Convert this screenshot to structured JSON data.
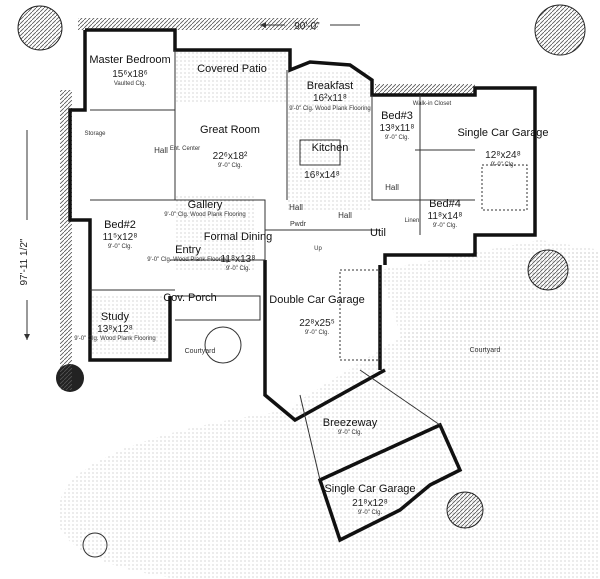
{
  "dimensions": {
    "width_label": "90'-0\"",
    "depth_label": "97'-11 1/2\""
  },
  "rooms": [
    {
      "name": "Master Bedroom",
      "size": "15⁶x18⁶",
      "note": "Vaulted Clg."
    },
    {
      "name": "Covered Patio",
      "size": "",
      "note": ""
    },
    {
      "name": "Breakfast",
      "size": "16²x11⁸",
      "note": "9'-0\" Clg. Wood Plank Flooring"
    },
    {
      "name": "Great Room",
      "size": "22⁶x18²",
      "note": "9'-0\" Clg."
    },
    {
      "name": "Kitchen",
      "size": "16⁸x14⁸",
      "note": "Wood Plank Flooring"
    },
    {
      "name": "Bed#3",
      "size": "13⁸x11⁸",
      "note": "9'-0\" Clg."
    },
    {
      "name": "Single Car Garage",
      "size": "12⁸x24⁸",
      "note": "9'-0\" Clg."
    },
    {
      "name": "Bed#4",
      "size": "11⁸x14⁸",
      "note": "9'-0\" Clg."
    },
    {
      "name": "Gallery",
      "size": "",
      "note": "9'-0\" Clg. Wood Plank Flooring"
    },
    {
      "name": "Bed#2",
      "size": "11⁵x12⁸",
      "note": "9'-0\" Clg."
    },
    {
      "name": "Entry",
      "size": "",
      "note": "9'-0\" Clg. Wood Plank Flooring"
    },
    {
      "name": "Formal Dining",
      "size": "11⁸x13⁸",
      "note": "9'-0\" Clg."
    },
    {
      "name": "Util",
      "size": "",
      "note": ""
    },
    {
      "name": "Double Car Garage",
      "size": "22⁸x25⁵",
      "note": "9'-0\" Clg."
    },
    {
      "name": "Cov. Porch",
      "size": "",
      "note": ""
    },
    {
      "name": "Study",
      "size": "13⁸x12⁸",
      "note": "9'-0\" Clg. Wood Plank Flooring"
    },
    {
      "name": "Courtyard",
      "size": "",
      "note": ""
    },
    {
      "name": "Courtyard",
      "size": "",
      "note": ""
    },
    {
      "name": "Breezeway",
      "size": "",
      "note": "9'-0\" Clg."
    },
    {
      "name": "Single Car Garage",
      "size": "21⁸x12⁸",
      "note": "9'-0\" Clg."
    }
  ],
  "minor_labels": {
    "hall": "Hall",
    "pwdr": "Pwdr",
    "linen": "Linen",
    "walk_in_closet": "Walk-in Closet",
    "ent_center": "Ent. Center",
    "storage": "Storage",
    "up": "Up"
  }
}
